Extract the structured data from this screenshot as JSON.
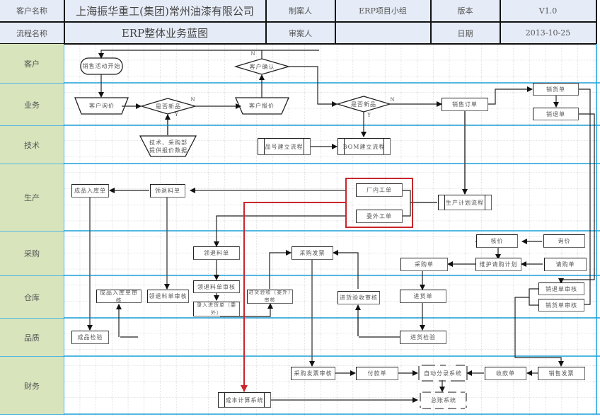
{
  "header": {
    "row1": {
      "customer_label": "客户名称",
      "customer_value": "上海振华重工(集团)常州油漆有限公司",
      "author_label": "制案人",
      "author_value": "ERP项目小组",
      "version_label": "版本",
      "version_value": "V1.0"
    },
    "row2": {
      "process_label": "流程名称",
      "process_value": "ERP整体业务蓝图",
      "reviewer_label": "审案人",
      "reviewer_value": "",
      "date_label": "日期",
      "date_value": "2013-10-25"
    }
  },
  "lanes": [
    {
      "id": "customer",
      "label": "客户"
    },
    {
      "id": "business",
      "label": "业务"
    },
    {
      "id": "technology",
      "label": "技术"
    },
    {
      "id": "production",
      "label": "生产"
    },
    {
      "id": "purchasing",
      "label": "采购"
    },
    {
      "id": "warehouse",
      "label": "仓库"
    },
    {
      "id": "quality",
      "label": "品质"
    },
    {
      "id": "finance",
      "label": "财务"
    }
  ],
  "nodes": {
    "sales_start": "销售活动开始",
    "customer_confirm": "客户确认",
    "customer_inquiry": "客户询价",
    "is_new_product_1": "是否新品",
    "customer_quote": "客户报价",
    "is_new_product_2": "是否新品",
    "sales_order": "销售订单",
    "delivery_note": "销货单",
    "sales_return": "销退单",
    "tech_purchase_data": "技术、采购部提供报价数据",
    "part_number_flow": "品号建立流程",
    "bom_flow": "BOM建立流程",
    "finished_goods_receipt": "成品入库单",
    "material_requisition_1": "领退料单",
    "in_house_work_order": "厂内工单",
    "outsourced_work_order": "委外工单",
    "production_plan_flow": "生产计划流程",
    "material_requisition_2": "领退料单",
    "purchase_invoice": "采购发票",
    "verify": "核价",
    "inquiry": "询价",
    "purchase_order": "采购单",
    "maintain_purchase_plan": "维护请购计划",
    "purchase_request": "请购单",
    "finished_receipt_review": "成品入库单审核",
    "requisition_review_1": "领退料单审核",
    "requisition_review_2": "领退料单审核",
    "enter_receipt_outsourced": "录入进货单（委外）",
    "receipt_inspection_outsourced": "进货验收（委外）审核",
    "receipt_inspection_review": "进货验收审核",
    "goods_receipt": "进货单",
    "sales_return_review": "销退单审核",
    "delivery_review": "销货单审核",
    "finished_inspection": "成品检验",
    "incoming_inspection": "进货检验",
    "purchase_invoice_review": "采购发票审核",
    "payment_note": "付款单",
    "auto_posting_system": "自动分录系统",
    "receipt_note": "收款单",
    "sales_invoice": "销售发票",
    "cost_calc_system": "成本计算系统",
    "general_ledger": "总账系统"
  },
  "edge_labels": {
    "n": "N",
    "y": "Y"
  },
  "colors": {
    "header_bg": "#e6ecf7",
    "lane_label_bg": "#d7e4bc",
    "lane_divider": "#1aa0d8",
    "highlight": "#c8262b",
    "connector": "#222222",
    "grid": "#bbbbbb"
  }
}
